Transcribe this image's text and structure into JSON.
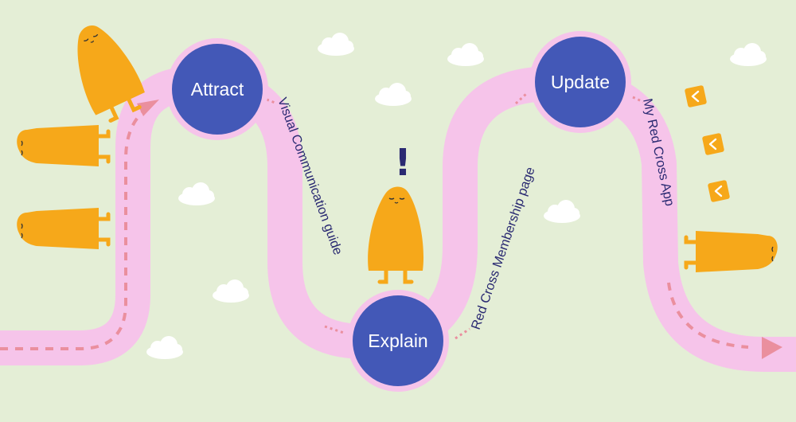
{
  "colors": {
    "background": "#e4eed6",
    "road": "#f6c4ea",
    "dashes": "#ea8f9e",
    "node": "#4358b7",
    "node_ring": "#f6c4ea",
    "character": "#f6a81a",
    "label_text": "#2a2a72",
    "cloud": "#ffffff"
  },
  "stages": [
    {
      "label": "Attract"
    },
    {
      "label": "Explain"
    },
    {
      "label": "Update"
    }
  ],
  "path_labels": [
    {
      "text": "Visual Communication guide"
    },
    {
      "text": "Red Cross Membership page"
    },
    {
      "text": "My Red Cross App"
    }
  ],
  "exclamation": "!",
  "icons": [
    "character-icon",
    "cloud-icon",
    "chevron-badge-icon",
    "arrow-head-icon"
  ]
}
